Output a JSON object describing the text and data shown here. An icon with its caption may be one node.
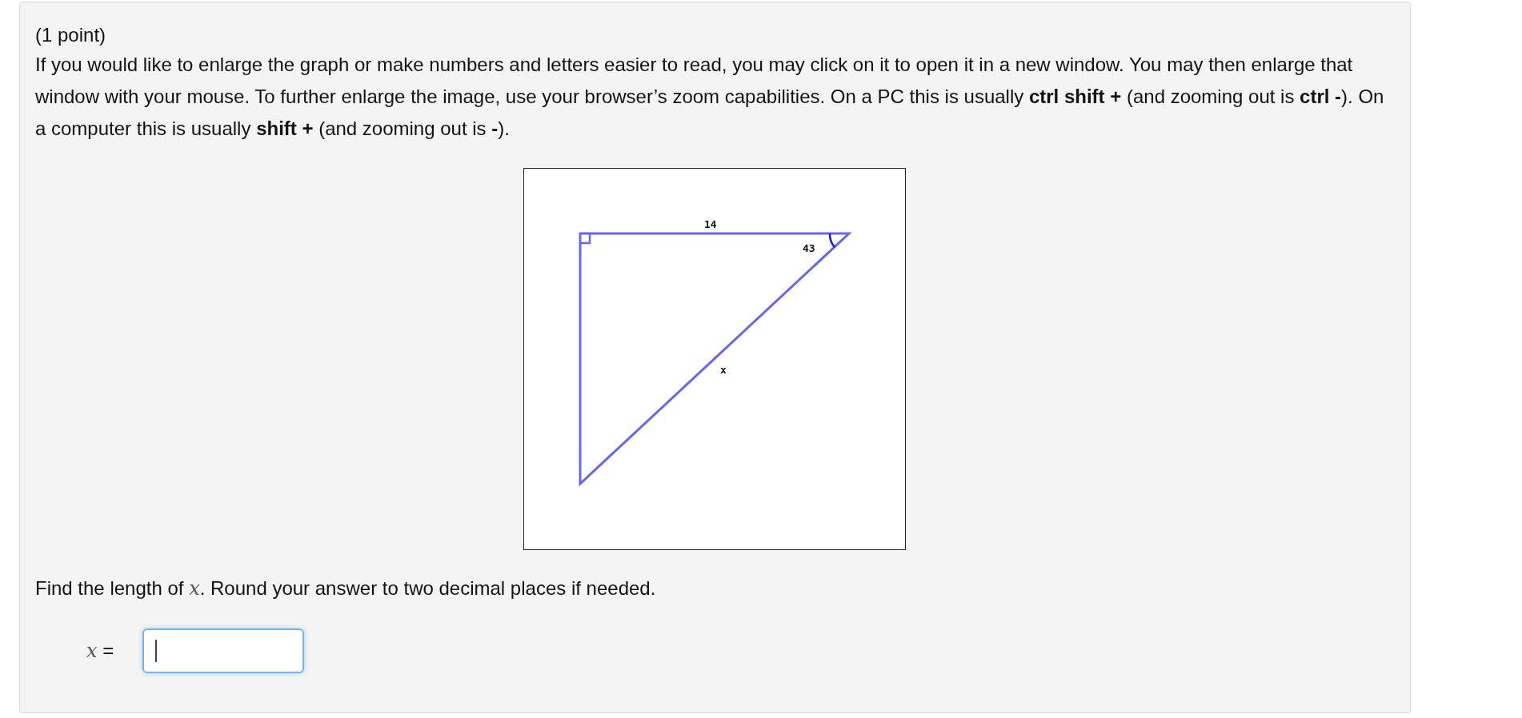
{
  "diagram": {
    "labels": [
      "(1 point)",
      "If you would like to enlarge the graph or make numbers and letters easier to read, you may click on it to open it in a new window. You may then enlarge that window with your mouse. To further enlarge the image, use your browser’s zoom capabilities. On a PC this is usually **ctrl shift +** (and zooming out is **ctrl -**). On a computer this is usually **shift +** (and zooming out is **-**).",
      "14",
      "43",
      "x",
      "Find the length of *x*. Round your answer to two decimal places if needed.",
      "*x* ="
    ]
  }
}
